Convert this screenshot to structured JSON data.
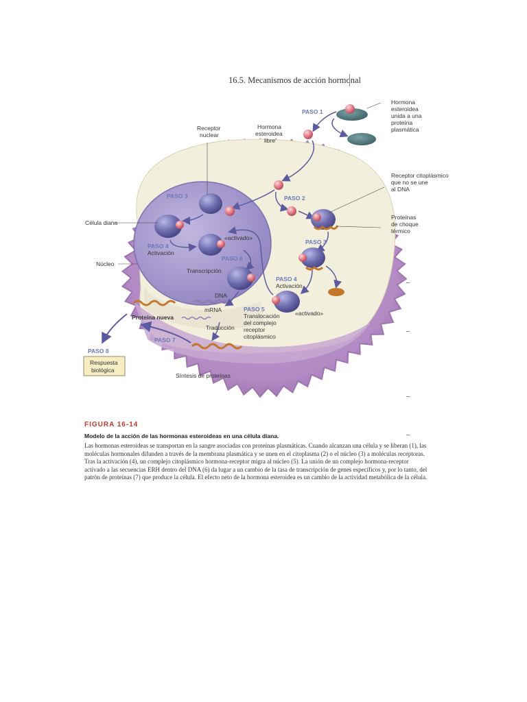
{
  "page": {
    "title": "16.5. Mecanismos de acción hormonal"
  },
  "diagram": {
    "labels": {
      "hormone_bound": [
        "Hormona",
        "esteroidea",
        "unida a una",
        "proteína",
        "plasmática"
      ],
      "free_hormone": [
        "Hormona",
        "esteroidea",
        "libre"
      ],
      "nuclear_receptor": [
        "Receptor",
        "nuclear"
      ],
      "cytoplasmic_receptor": [
        "Receptor citoplásmico",
        "que no se une",
        "al DNA"
      ],
      "heat_shock": [
        "Proteínas",
        "de choque",
        "térmico"
      ],
      "target_cell": "Célula diana",
      "nucleus": "Núcleo",
      "activation_nuclear": "Activación",
      "activation_cyto": "Activación",
      "activated_nuclear": "«activado»",
      "activated_cyto": "«activado»",
      "transcription": "Transcripción",
      "dna": "DNA",
      "mrna": "mRNA",
      "translation": "Traducción",
      "new_protein": "Proteína nueva",
      "translocation": [
        "Translocación",
        "del complejo",
        "receptor",
        "citoplásmico"
      ],
      "protein_synthesis": "Síntesis de proteínas",
      "biological_response": [
        "Respuesta",
        "biológica"
      ]
    },
    "steps": {
      "paso1": "PASO 1",
      "paso2": "PASO 2",
      "paso3_nuc": "PASO 3",
      "paso3_cyto": "PASO 3",
      "paso4_nuc": "PASO 4",
      "paso4_cyto": "PASO 4",
      "paso5": "PASO 5",
      "paso6": "PASO 6",
      "paso7": "PASO 7",
      "paso8": "PASO 8"
    }
  },
  "figure": {
    "label": "FIGURA 16-14",
    "heading": "Modelo de la acción de las hormonas esteroideas en una célula diana.",
    "caption": "Las hormonas esteroideas se transportan en la sangre asociadas con proteínas plasmáticas. Cuando alcanzan una célula y se liberan (1), las moléculas hormonales difunden a través de la membrana plasmática y se unen en el citoplasma (2) o el núcleo (3) a moléculas receptoras. Tras la activación (4), un complejo citoplásmico hormona-receptor migra al núcleo (5). La unión de un complejo hormona-receptor activado a las secuencias ERH dentro del DNA (6) da lugar a un cambio de la tasa de transcripción de genes específicos y, por lo tanto, del patrón de proteínas (7) que produce la célula. El efecto neto de la hormona esteroidea es un cambio de la actividad metabólica de la célula."
  },
  "colors": {
    "membrane": "#b38ac4",
    "cytoplasm": "#f2f0dc",
    "nucleus": "#a99ccd",
    "receptor": "#7a78b4",
    "hormone": "#e07b86",
    "arrow": "#5c5a9e",
    "step_label": "#6a78b8",
    "response_box": "#f6edc4"
  }
}
